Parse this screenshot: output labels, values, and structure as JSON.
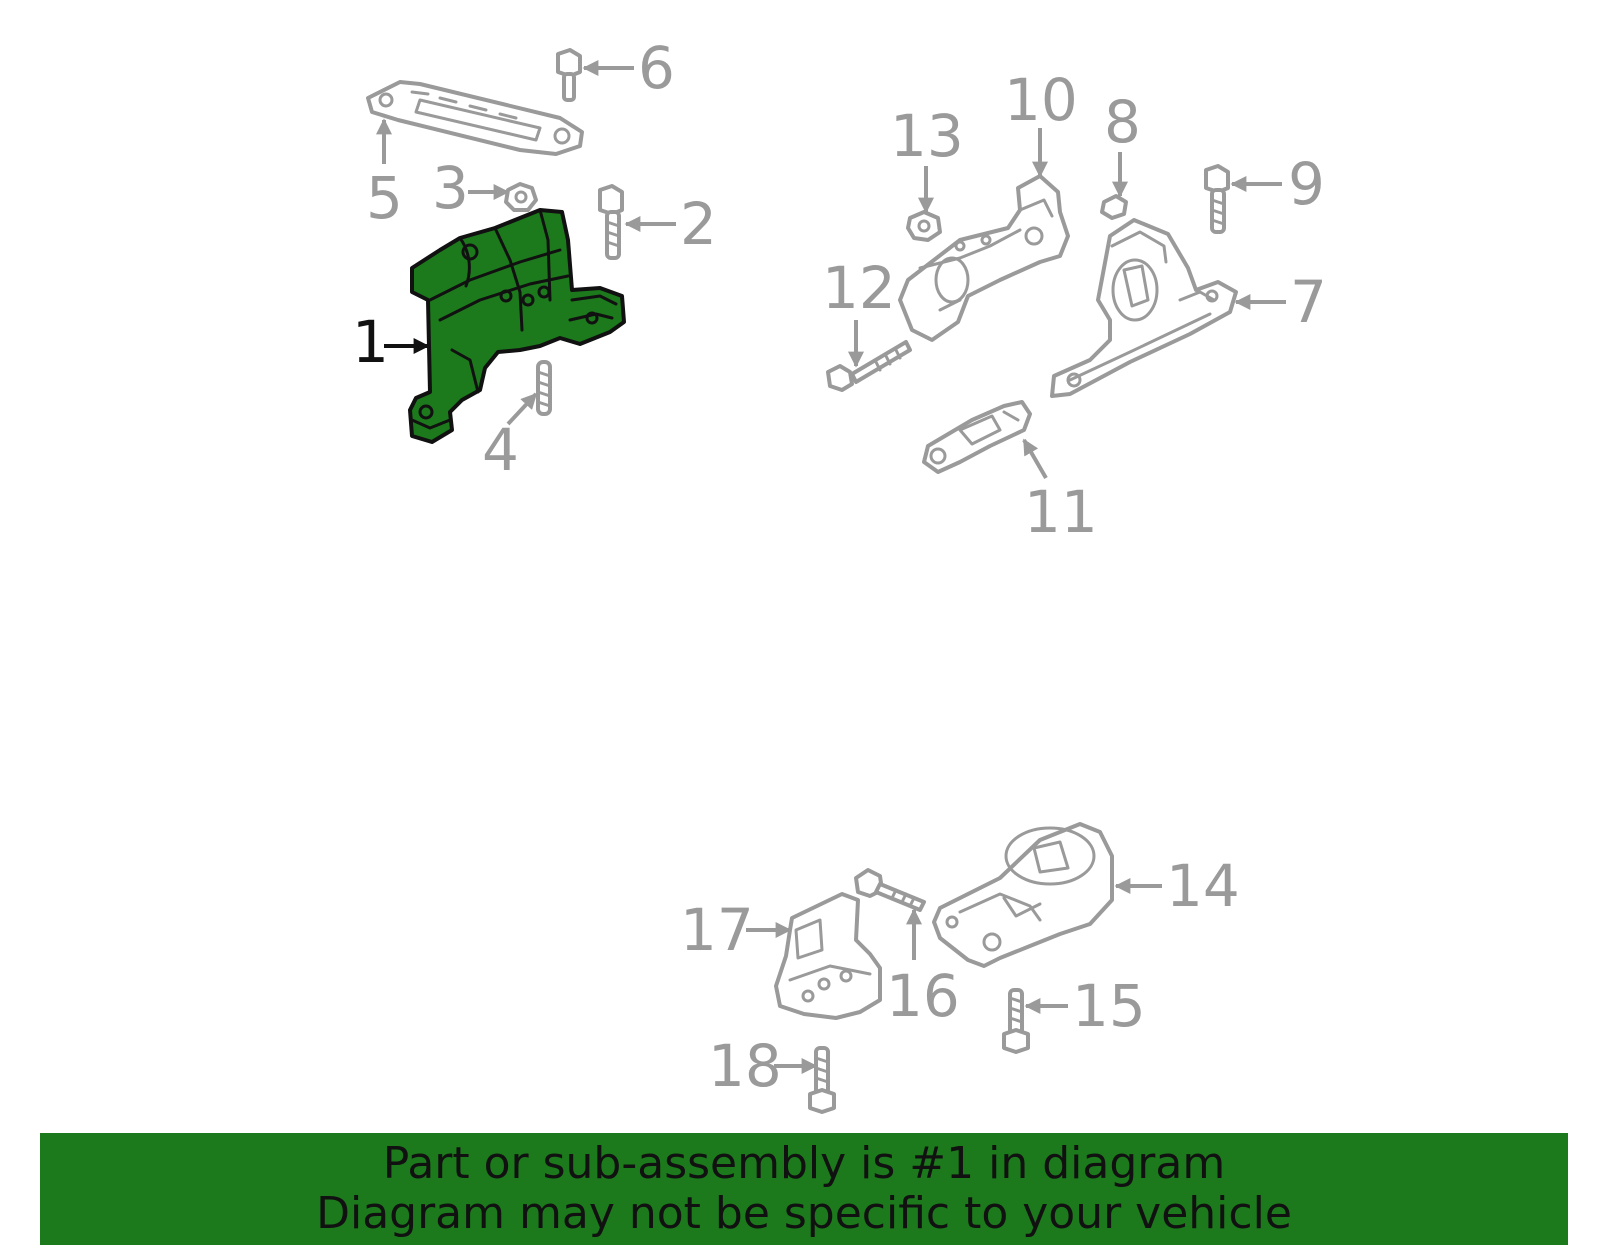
{
  "diagram": {
    "highlight_color": "#1c7a1c",
    "line_color": "#9a9a9a",
    "highlighted_part": "1",
    "callouts": [
      "1",
      "2",
      "3",
      "4",
      "5",
      "6",
      "7",
      "8",
      "9",
      "10",
      "11",
      "12",
      "13",
      "14",
      "15",
      "16",
      "17",
      "18"
    ]
  },
  "banner": {
    "line1": "Part or sub-assembly is #1 in diagram",
    "line2": "Diagram may not be specific to your vehicle"
  }
}
